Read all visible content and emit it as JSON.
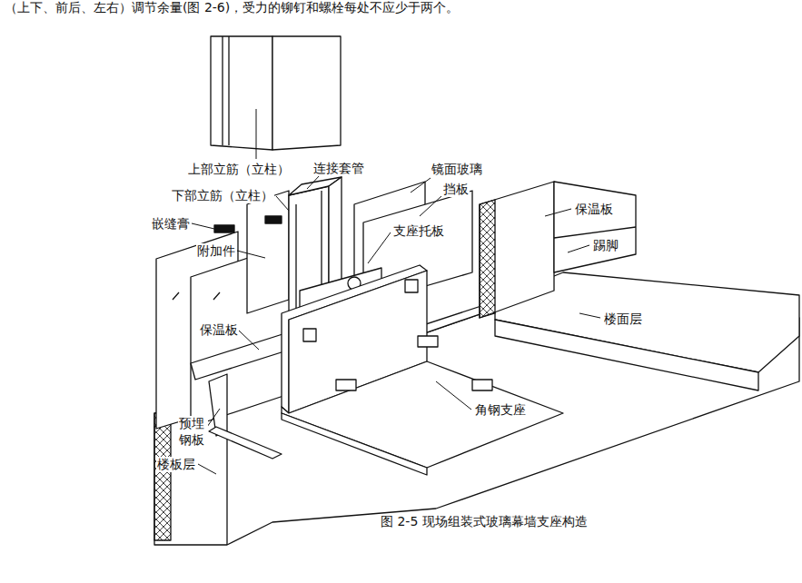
{
  "diagram": {
    "caption": "图 2-5 现场组装式玻璃幕墙支座构造",
    "labels": [
      "（上下、前后、左右）调节余量(图 2-6)，受力的铆钉和螺栓每处不应少于两个。",
      "上部立筋（立柱）",
      "连接套管",
      "镜面玻璃",
      "挡板",
      "下部立筋（立柱）",
      "嵌缝膏",
      "支座托板",
      "附加件",
      "保温板",
      "踢脚",
      "楼面层",
      "保温板",
      "角钢支座",
      "预埋 钢板",
      "楼板层"
    ]
  }
}
